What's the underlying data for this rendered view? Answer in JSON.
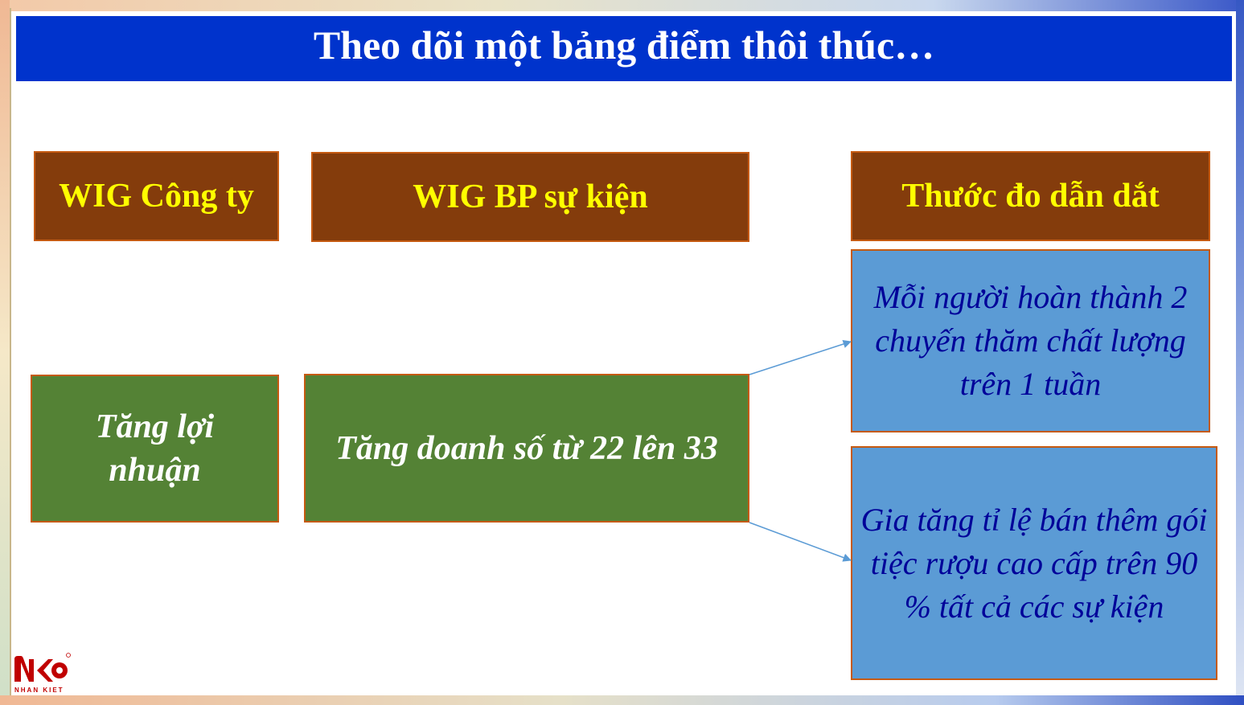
{
  "title": "Theo dõi một bảng điểm thôi thúc…",
  "headers": {
    "company_wig": "WIG Công ty",
    "event_wig": "WIG BP sự kiện",
    "lead_measure": "Thước đo dẫn dắt"
  },
  "company_goal": "Tăng lợi nhuận",
  "event_goal": "Tăng doanh số từ 22 lên 33",
  "measures": [
    "Mỗi người hoàn thành 2 chuyến thăm chất lượng trên 1 tuần",
    "Gia tăng tỉ lệ bán thêm gói tiệc rượu cao cấp trên 90 % tất cả các sự kiện"
  ],
  "logo": {
    "text": "NHAN KIET",
    "color": "#c00000"
  },
  "colors": {
    "title_bg": "#0033cc",
    "header_bg": "#843c0c",
    "header_text": "#ffff00",
    "goal_bg": "#548235",
    "measure_bg": "#5b9bd5",
    "measure_text": "#000099",
    "arrow": "#5b9bd5"
  }
}
